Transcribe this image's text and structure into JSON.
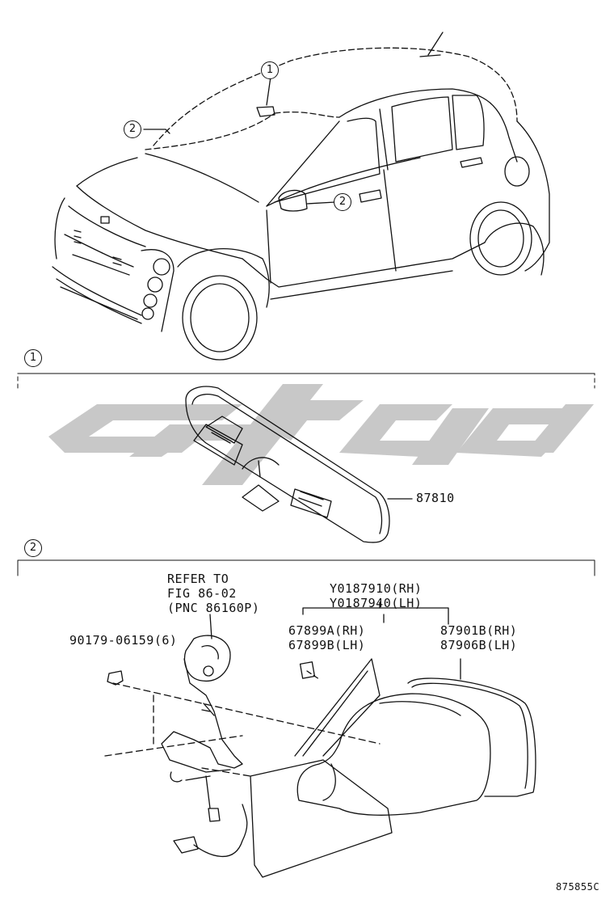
{
  "callouts": {
    "top_1": "1",
    "top_2_left": "2",
    "top_2_door": "2",
    "section_1": "1",
    "section_2": "2"
  },
  "parts": {
    "inner_mirror": "87810",
    "refer_line1": "REFER TO",
    "refer_line2": "FIG 86-02",
    "refer_line3": "(PNC 86160P)",
    "screw": "90179-06159(6)",
    "assy_rh": "Y0187910(RH)",
    "assy_lh": "Y0187940(LH)",
    "cover_rh": "67899A(RH)",
    "cover_lh": "67899B(LH)",
    "glass_rh": "87901B(RH)",
    "glass_lh": "87906B(LH)"
  },
  "figure_id": "875855C",
  "watermark": {
    "color": "#c8c8c8"
  }
}
